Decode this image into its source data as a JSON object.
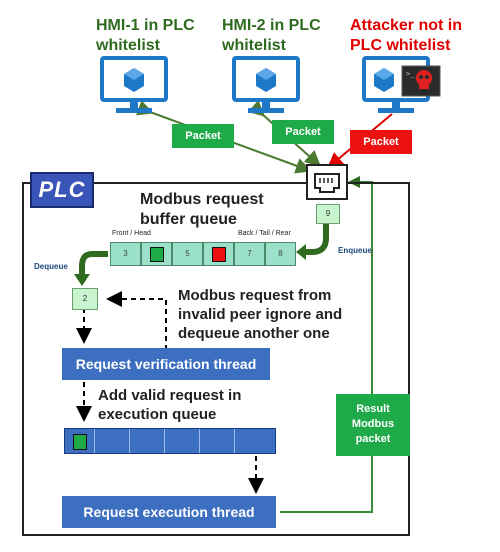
{
  "hmi1": {
    "label_line1": "HMI-1 in PLC",
    "label_line2": "whitelist"
  },
  "hmi2": {
    "label_line1": "HMI-2 in PLC",
    "label_line2": "whitelist"
  },
  "attacker": {
    "label_line1": "Attacker not in",
    "label_line2": "PLC whitelist"
  },
  "packets": {
    "p1": "Packet",
    "p2": "Packet",
    "p3": "Packet"
  },
  "plc": {
    "title": "PLC"
  },
  "queue": {
    "title_line1": "Modbus request",
    "title_line2": "buffer queue",
    "front_label": "Front / Head",
    "back_label": "Back / Tail / Rear",
    "cells": [
      "3",
      "",
      "5",
      "",
      "7",
      "8"
    ],
    "incoming": "9",
    "enqueue_label": "Enqueue",
    "dequeue_label": "Dequeue"
  },
  "dequeued_item": "2",
  "invalid_note": {
    "line1": "Modbus request  from",
    "line2": "invalid peer ignore and",
    "line3": "dequeue another one"
  },
  "verification_thread": "Request verification thread",
  "add_valid": {
    "line1": "Add valid request in",
    "line2": "execution queue"
  },
  "execution_thread": "Request execution thread",
  "result": {
    "line1": "Result",
    "line2": "Modbus",
    "line3": "packet"
  },
  "colors": {
    "green": "#1faa4a",
    "red": "#ee1111",
    "blue": "#3c6fbf",
    "dark_green": "#2f6b1f"
  }
}
